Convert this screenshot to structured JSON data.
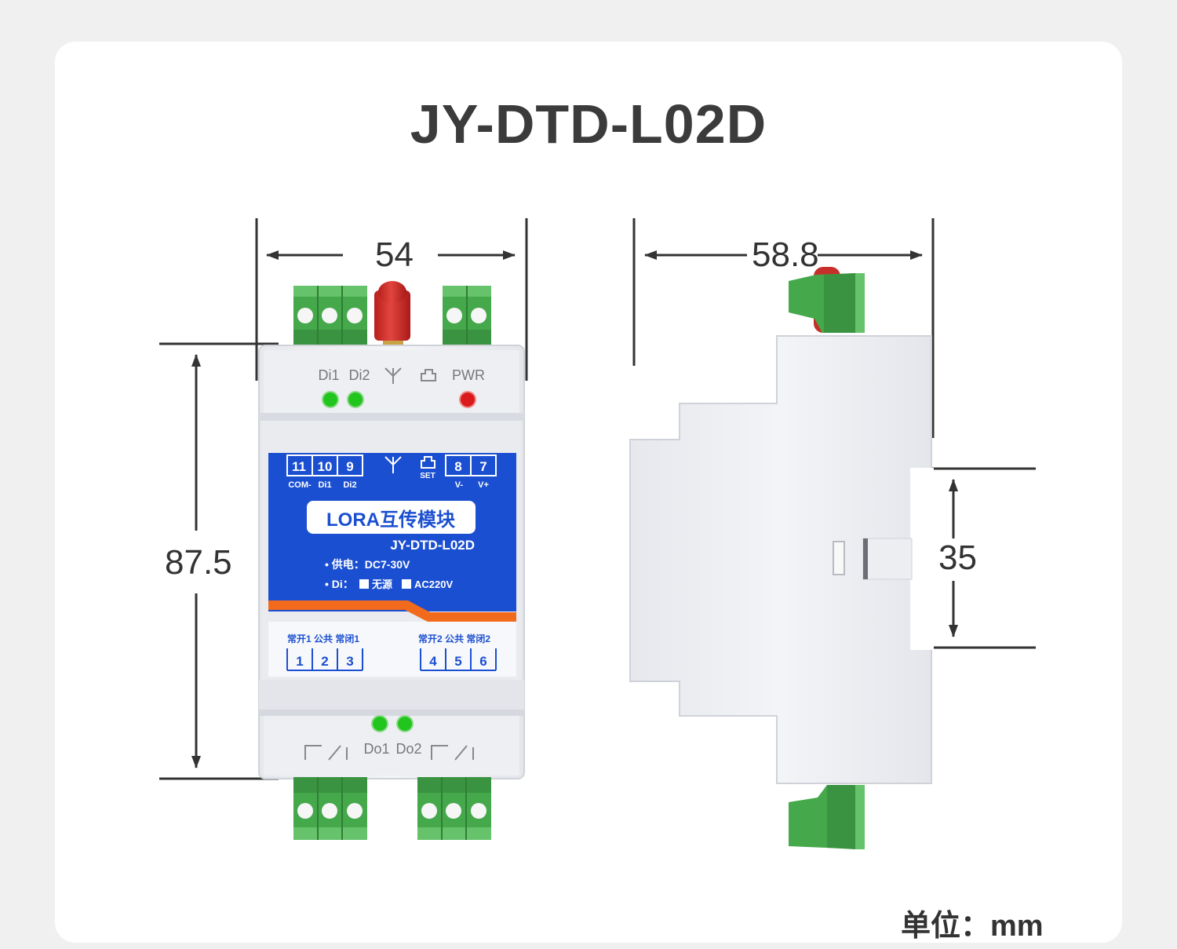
{
  "title": "JY-DTD-L02D",
  "unit_label": "单位：mm",
  "dimensions": {
    "width_front": "54",
    "depth_side": "58.8",
    "height_front": "87.5",
    "rail": "35"
  },
  "front_top_leds": {
    "di1": "Di1",
    "di2": "Di2",
    "pwr": "PWR"
  },
  "label_panel": {
    "terminals_top": [
      "11",
      "10",
      "9",
      "8",
      "7"
    ],
    "terminal_names_left": [
      "COM-",
      "Di1",
      "Di2"
    ],
    "terminal_names_right": [
      "V-",
      "V+"
    ],
    "set_label": "SET",
    "product_name": "LORA互传模块",
    "model": "JY-DTD-L02D",
    "supply_text": "• 供电：DC7-30V",
    "di_label": "• Di：",
    "di_option1": "无源",
    "di_option2": "AC220V",
    "relay_labels_left": "常开1 公共  常闭1",
    "relay_labels_right": "常开2 公共  常闭2",
    "terminals_bottom_left": [
      "1",
      "2",
      "3"
    ],
    "terminals_bottom_right": [
      "4",
      "5",
      "6"
    ]
  },
  "front_bottom_labels": {
    "do1": "Do1",
    "do2": "Do2"
  },
  "colors": {
    "panel_blue": "#1b4fd1",
    "stripe_orange": "#f26a1b",
    "terminal_green": "#4caf50",
    "led_green": "#22c51e",
    "led_red": "#d91b1b",
    "antenna_red": "#d2322d"
  }
}
